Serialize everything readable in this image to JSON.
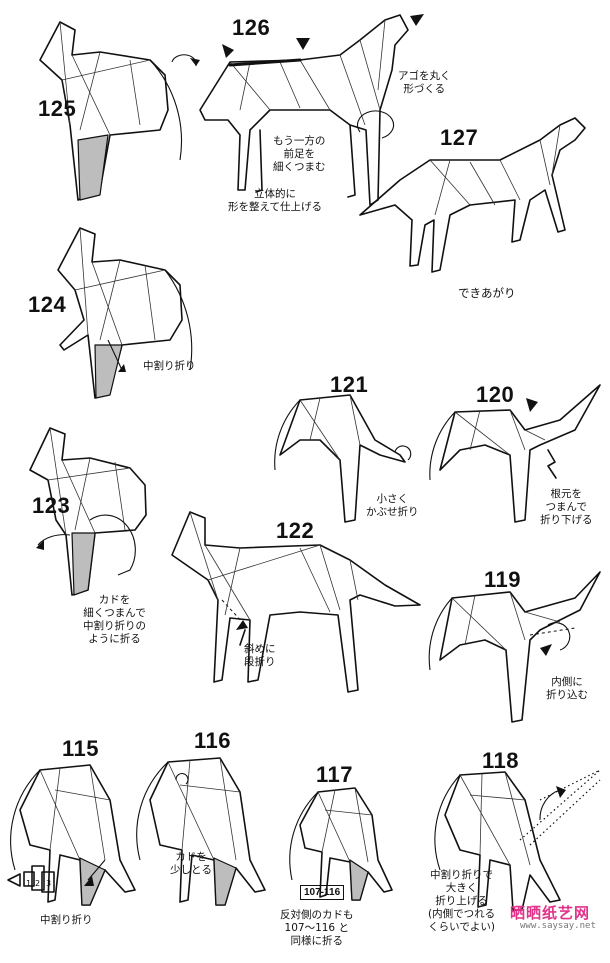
{
  "steps": {
    "s115": "115",
    "s116": "116",
    "s117": "117",
    "s118": "118",
    "s119": "119",
    "s120": "120",
    "s121": "121",
    "s122": "122",
    "s123": "123",
    "s124": "124",
    "s125": "125",
    "s126": "126",
    "s127": "127"
  },
  "notes": {
    "n126_jaw": "アゴを丸く\n形づくる",
    "n126_foreleg": "もう一方の\n前足を\n細くつまむ",
    "n126_shape": "立体的に\n形を整えて仕上げる",
    "n127_done": "できあがり",
    "n124": "中割り折り",
    "n121": "小さく\nかぶせ折り",
    "n120": "根元を\nつまんで\n折り下げる",
    "n123": "カドを\n細くつまんで\n中割り折りの\nように折る",
    "n122": "斜めに\n段折り",
    "n119": "内側に\n折り込む",
    "n115": "中割り折り",
    "n116": "カドを\n少しとる",
    "n117": "反対側のカドも\n107〜116 と\n同様に折る",
    "n118": "中割り折りで\n大きく\n折り上げる\n(内側でつれる\nくらいでよい)"
  },
  "ref_box": "107-116",
  "layer_numbers": [
    "1",
    "2",
    "3"
  ],
  "watermark": {
    "cn": "晒晒纸艺网",
    "url": "www.saysay.net"
  },
  "icons": [
    "mountain-fold-arrow-icon",
    "push-arrow-icon",
    "turn-over-icon"
  ]
}
